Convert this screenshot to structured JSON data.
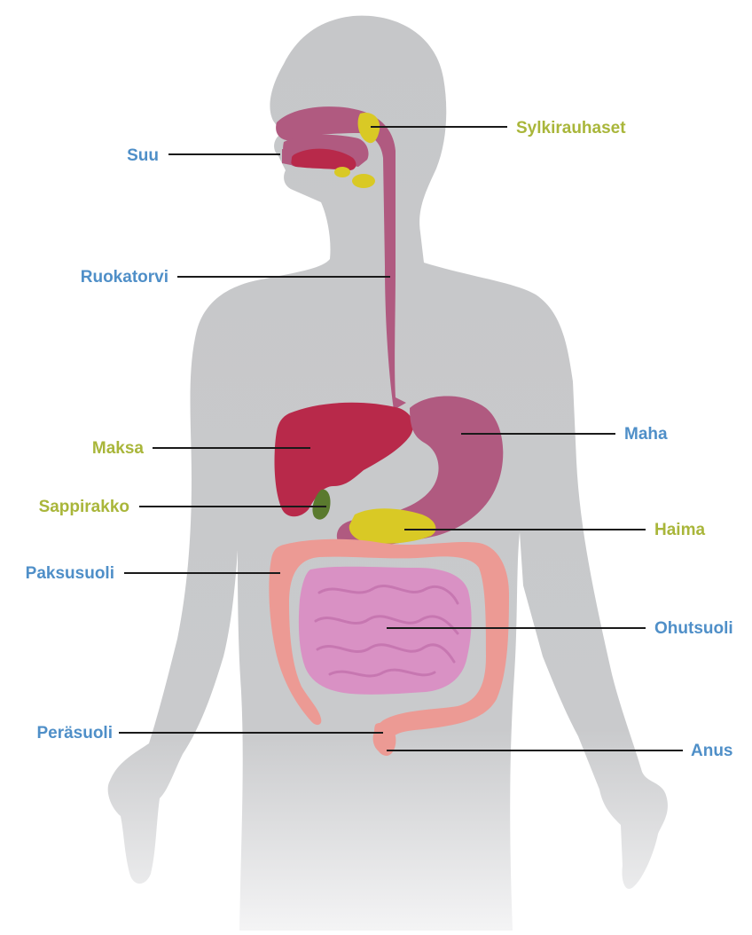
{
  "labels": {
    "suu": "Suu",
    "sylkirauhaset": "Sylkirauhaset",
    "ruokatorvi": "Ruokatorvi",
    "maksa": "Maksa",
    "maha": "Maha",
    "sappirakko": "Sappirakko",
    "haima": "Haima",
    "paksusuoli": "Paksusuoli",
    "ohutsuoli": "Ohutsuoli",
    "perasuoli": "Peräsuoli",
    "anus": "Anus"
  },
  "colors": {
    "label_blue": "#4f8fc8",
    "label_green": "#a9b63a",
    "body": "#c9cacc",
    "mouth_esophagus_stomach": "#b05a80",
    "liver": "#b8294a",
    "gallbladder": "#5a7a2e",
    "salivary_pancreas": "#d9c925",
    "large_intestine": "#ec9a94",
    "small_intestine": "#d991c4"
  }
}
